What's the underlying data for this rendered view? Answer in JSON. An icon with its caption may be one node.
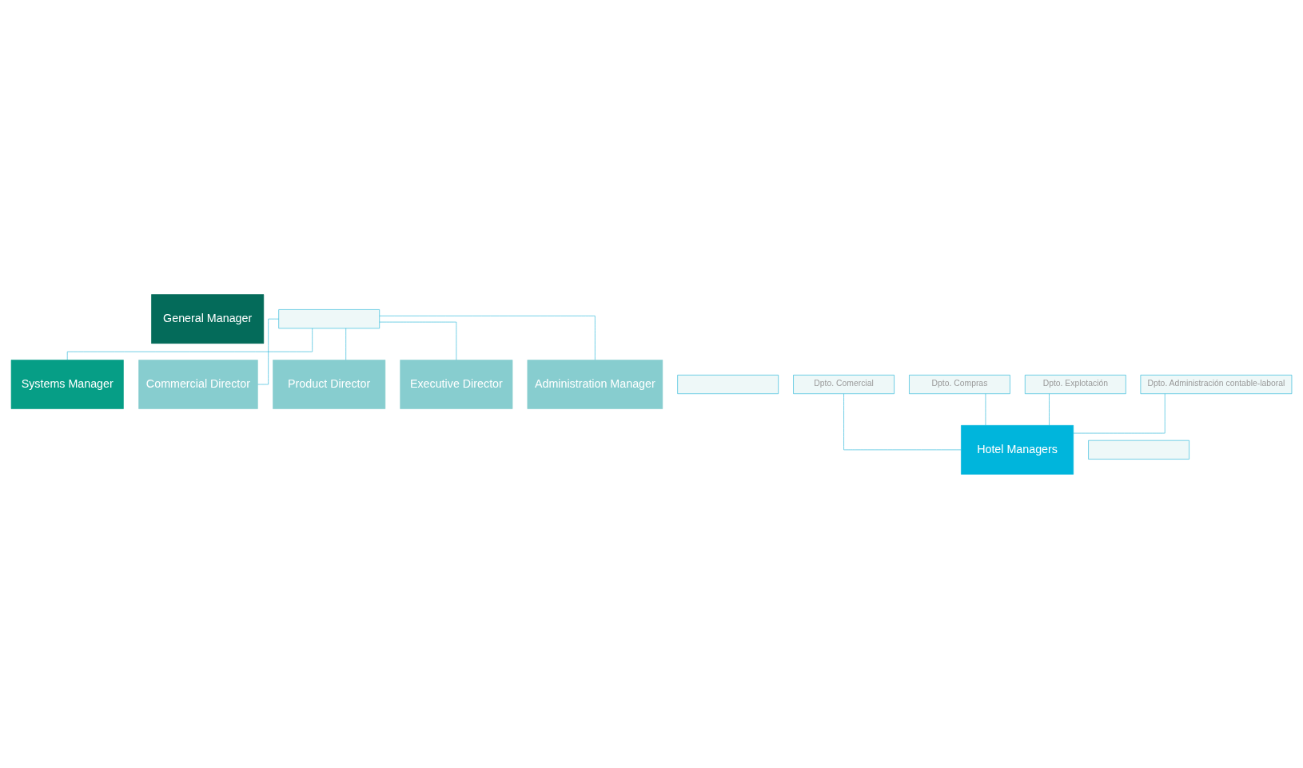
{
  "diagram": {
    "nodes": [
      {
        "text": [
          "General Manager"
        ]
      },
      {
        "text": [],
        "shape": "box"
      },
      {
        "text": [
          "Systems Manager"
        ]
      },
      {
        "text": [],
        "shape": "box"
      },
      {
        "text": [
          "Commercial Director"
        ]
      },
      {
        "text": [
          "Dpto. Comercial"
        ]
      },
      {
        "text": [
          "Product Director"
        ]
      },
      {
        "text": [
          "Dpto. Compras"
        ]
      },
      {
        "text": [
          "Executive Director"
        ]
      },
      {
        "text": [
          "Dpto. Explotación"
        ]
      },
      {
        "text": [
          "Administration Manager"
        ]
      },
      {
        "text": [
          "Dpto. Administración contable-laboral"
        ]
      },
      {
        "text": [
          "Hotel Managers"
        ]
      },
      {
        "text": [],
        "shape": "box"
      }
    ],
    "edges": [
      {
        "from": 1,
        "to": 2,
        "arrow": "none"
      },
      {
        "from": 1,
        "to": 4,
        "arrow": "none"
      },
      {
        "from": 1,
        "to": 6,
        "arrow": "none"
      },
      {
        "from": 1,
        "to": 8,
        "arrow": "none"
      },
      {
        "from": 1,
        "to": 10,
        "arrow": "none"
      },
      {
        "from": 5,
        "to": 12,
        "arrow": "none"
      },
      {
        "from": 7,
        "to": 12,
        "arrow": "none"
      },
      {
        "from": 9,
        "to": 12,
        "arrow": "none"
      },
      {
        "from": 11,
        "to": 12,
        "arrow": "none"
      }
    ]
  }
}
